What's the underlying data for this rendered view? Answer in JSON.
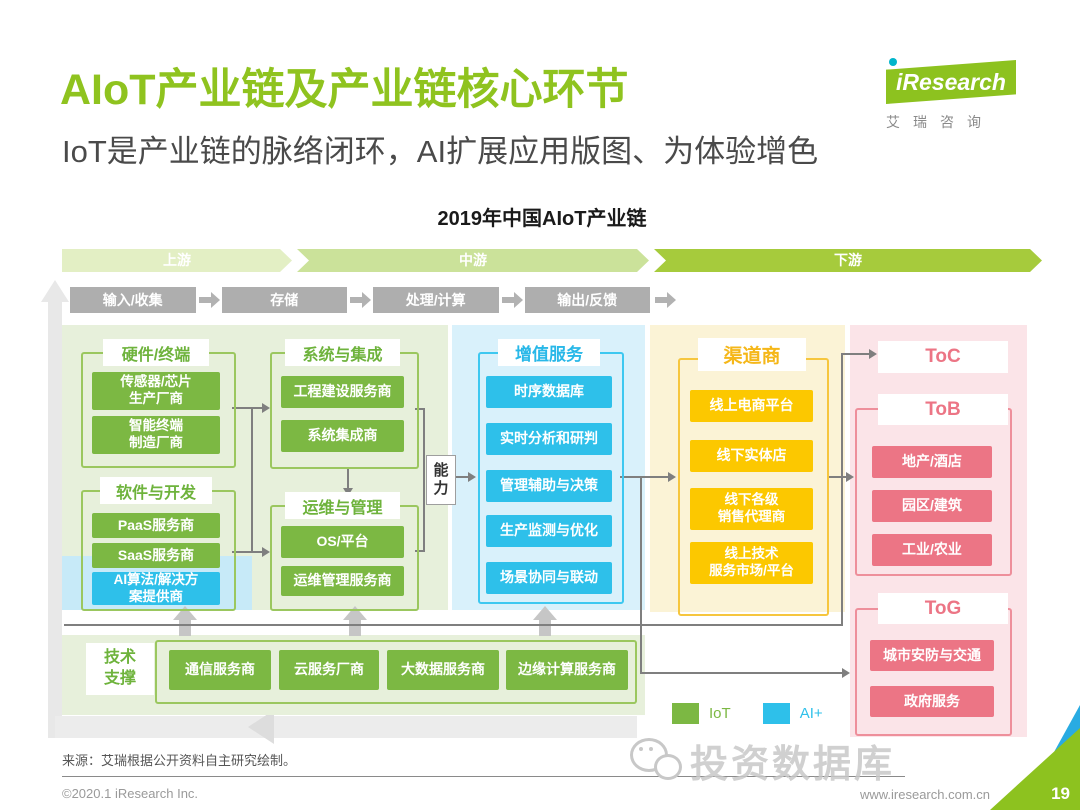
{
  "page": {
    "title": "AIoT产业链及产业链核心环节",
    "subtitle": "IoT是产业链的脉络闭环，AI扩展应用版图、为体验增色",
    "source": "来源：艾瑞根据公开资料自主研究绘制。",
    "copyright": "©2020.1 iResearch Inc.",
    "website": "www.iresearch.com.cn",
    "page_number": "19",
    "watermark": "投资数据库"
  },
  "logo": {
    "brand": "iResearch",
    "caption": "艾瑞咨询"
  },
  "diagram": {
    "title": "2019年中国AIoT产业链",
    "stages": [
      "上游",
      "中游",
      "下游"
    ],
    "process": [
      "输入/收集",
      "存储",
      "处理/计算",
      "输出/反馈"
    ],
    "capability": "能\n力",
    "hardware": {
      "title": "硬件/终端",
      "items": [
        "传感器/芯片\n生产厂商",
        "智能终端\n制造厂商"
      ]
    },
    "software": {
      "title": "软件与开发",
      "items": [
        "PaaS服务商",
        "SaaS服务商"
      ],
      "ai_item": "AI算法/解决方\n案提供商"
    },
    "system": {
      "title": "系统与集成",
      "items": [
        "工程建设服务商",
        "系统集成商"
      ]
    },
    "ops": {
      "title": "运维与管理",
      "items": [
        "OS/平台",
        "运维管理服务商"
      ]
    },
    "value_added": {
      "title": "增值服务",
      "items": [
        "时序数据库",
        "实时分析和研判",
        "管理辅助与决策",
        "生产监测与优化",
        "场景协同与联动"
      ]
    },
    "channel": {
      "title": "渠道商",
      "items": [
        "线上电商平台",
        "线下实体店",
        "线下各级\n销售代理商",
        "线上技术\n服务市场/平台"
      ]
    },
    "toc": {
      "title": "ToC"
    },
    "tob": {
      "title": "ToB",
      "items": [
        "地产/酒店",
        "园区/建筑",
        "工业/农业"
      ]
    },
    "tog": {
      "title": "ToG",
      "items": [
        "城市安防与交通",
        "政府服务"
      ]
    },
    "tech": {
      "title": "技术\n支撑",
      "items": [
        "通信服务商",
        "云服务厂商",
        "大数据服务商",
        "边缘计算服务商"
      ]
    },
    "legend": {
      "iot": "IoT",
      "ai": "AI+"
    },
    "colors": {
      "iot_green": "#7CB843",
      "ai_blue": "#2EC0EA",
      "accent_green": "#8FC31F",
      "channel_yellow": "#FCC800",
      "app_pink": "#EC7585",
      "gray_process": "#AEAEAE"
    }
  }
}
